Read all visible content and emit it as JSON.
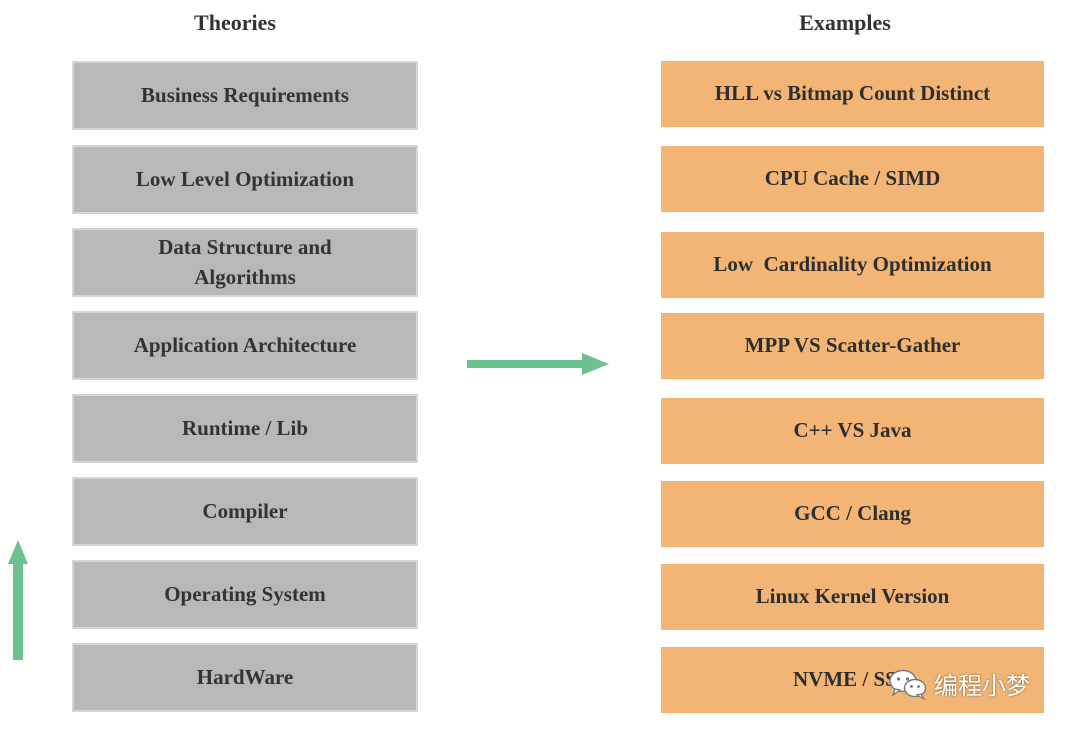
{
  "headings": {
    "theories": "Theories",
    "examples": "Examples"
  },
  "theories": [
    "Business Requirements",
    "Low Level Optimization",
    "Data Structure and Algorithms",
    "Application Architecture",
    "Runtime / Lib",
    "Compiler",
    "Operating System",
    "HardWare"
  ],
  "examples": [
    "HLL vs Bitmap Count Distinct",
    "CPU Cache / SIMD",
    "Low  Cardinality Optimization",
    "MPP VS Scatter-Gather",
    "C++ VS Java",
    "GCC / Clang",
    "Linux Kernel Version",
    "NVME / SSD"
  ],
  "watermark": {
    "text": "编程小梦",
    "icon": "wechat-icon"
  },
  "colors": {
    "theory_box": "#b8b8b8",
    "example_box": "#f2b575",
    "arrow": "#6cc18e"
  }
}
